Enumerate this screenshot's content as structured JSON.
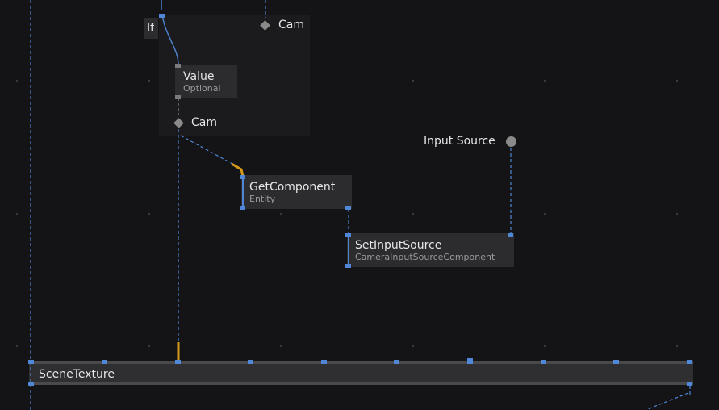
{
  "if_node": {
    "label": "If"
  },
  "cam_top": {
    "label": "Cam"
  },
  "value_node": {
    "title": "Value",
    "subtitle": "Optional"
  },
  "cam_bottom": {
    "label": "Cam"
  },
  "input_source": {
    "label": "Input Source"
  },
  "get_component": {
    "title": "GetComponent",
    "subtitle": "Entity"
  },
  "set_input_source": {
    "title": "SetInputSource",
    "subtitle": "CameraInputSourceComponent"
  },
  "scene_texture": {
    "title": "SceneTexture"
  },
  "colors": {
    "background": "#141416",
    "node": "#2c2c2f",
    "wire_blue": "#4f86d6",
    "wire_orange": "#d49a1c",
    "port_gray": "#8a8a8a"
  }
}
